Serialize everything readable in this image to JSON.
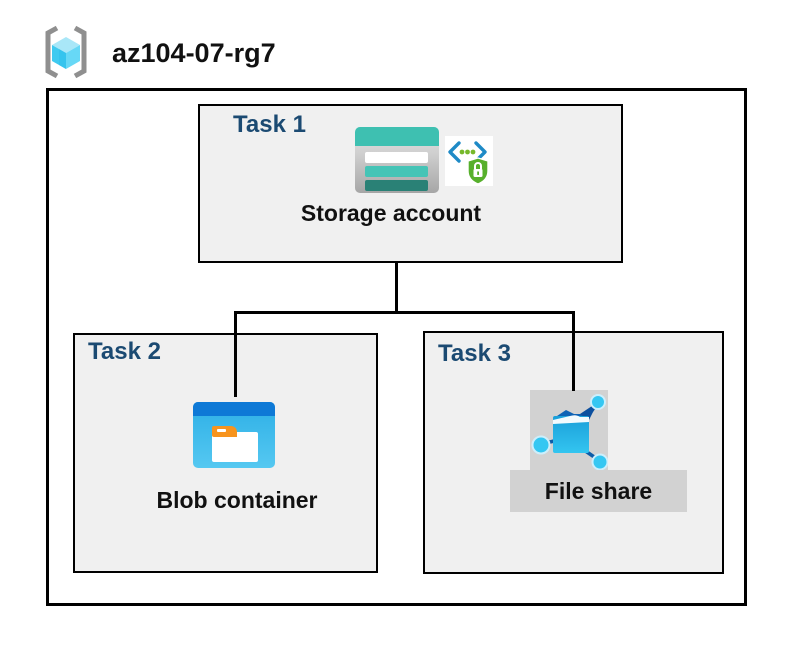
{
  "header": {
    "resource_group_name": "az104-07-rg7",
    "icon": "resource-group-icon"
  },
  "diagram": {
    "tasks": [
      {
        "label": "Task 1",
        "item": "Storage account",
        "icons": [
          "storage-account-icon",
          "secure-access-icon"
        ]
      },
      {
        "label": "Task 2",
        "item": "Blob container",
        "icons": [
          "blob-container-icon"
        ]
      },
      {
        "label": "Task 3",
        "item": "File share",
        "icons": [
          "file-share-icon"
        ]
      }
    ],
    "connections": [
      {
        "from": "Storage account",
        "to": "Blob container"
      },
      {
        "from": "Storage account",
        "to": "File share"
      }
    ]
  },
  "colors": {
    "task_label": "#1b4a72",
    "box_fill": "#f0f0f0",
    "border": "#000000",
    "storage_teal": "#3ec0b1",
    "storage_teal_dark": "#2a8176",
    "blob_band_blue": "#0e79d6",
    "blob_body_blue": "#3cb9ea",
    "folder_tab_orange": "#f7941e",
    "fileshare_node_cyan": "#35c7f2",
    "fileshare_link_blue": "#0d5ca8",
    "highlight_gray": "#d2d2d2",
    "bracket_gray": "#8f8f8f",
    "cube_cyan_top": "#a9e7f8"
  }
}
